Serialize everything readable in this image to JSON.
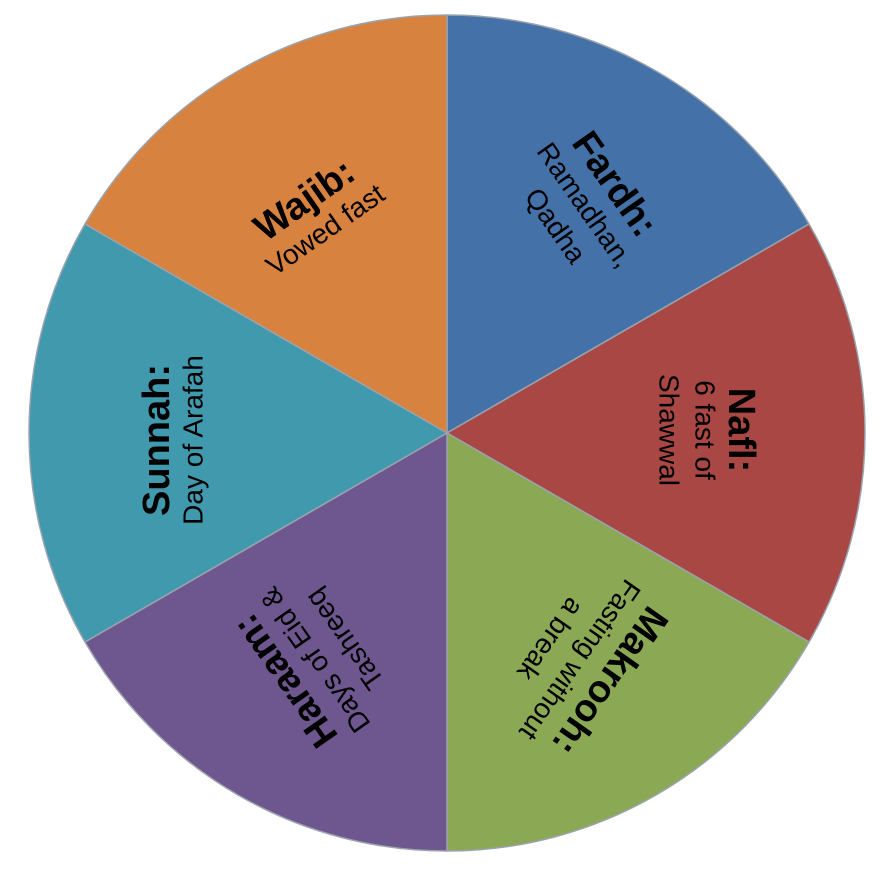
{
  "diagram": {
    "segments": [
      {
        "id": "fardh",
        "title": "Fardh:",
        "lines": [
          "Ramadhan,",
          "Qadha"
        ],
        "color": "#4472A8"
      },
      {
        "id": "nafl",
        "title": "Nafl:",
        "lines": [
          "6 fast of",
          "Shawwal"
        ],
        "color": "#A84744"
      },
      {
        "id": "makrooh",
        "title": "Makrooh:",
        "lines": [
          "Fasting without",
          "a break"
        ],
        "color": "#8BA855"
      },
      {
        "id": "haraam",
        "title": "Haraam:",
        "lines": [
          "Days of Eid &",
          "Tashreeq"
        ],
        "color": "#6E568F"
      },
      {
        "id": "sunnah",
        "title": "Sunnah:",
        "lines": [
          "Day of Arafah"
        ],
        "color": "#4199AE"
      },
      {
        "id": "wajib",
        "title": "Wajib:",
        "lines": [
          "Vowed fast"
        ],
        "color": "#D8823F"
      }
    ]
  }
}
